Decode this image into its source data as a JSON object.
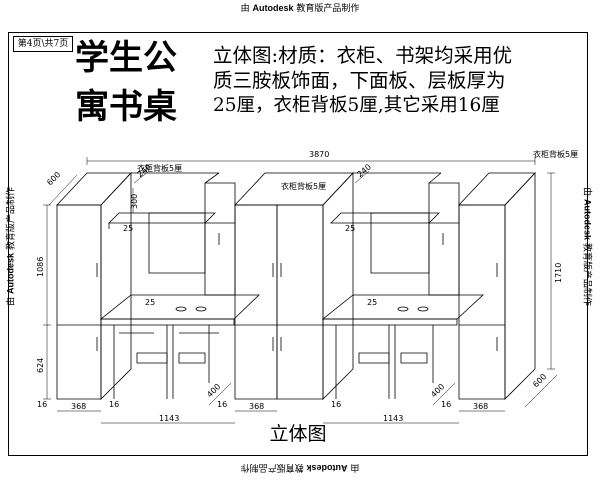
{
  "watermark": {
    "prefix": "由",
    "brand": "Autodesk",
    "suffix": "教育版产品制作"
  },
  "page_indicator": "第4页\\共7页",
  "title": {
    "line1": "学生公",
    "line2": "寓书桌"
  },
  "description": {
    "line1": "立体图:材质：衣柜、书架均采用优",
    "line2": "质三胺板饰面，下面板、层板厚为",
    "line3": "25厘，衣柜背板5厘,其它采用16厘"
  },
  "annotations": {
    "back_panel_left": "衣柜背板5厘",
    "back_panel_middle": "衣柜背板5厘",
    "back_panel_right": "衣柜背板5厘"
  },
  "dimensions": {
    "overall_width": "3870",
    "depth_left": "600",
    "depth_right": "600",
    "shelf_depth_left": "240",
    "shelf_depth_right": "240",
    "shelf_height": "300",
    "board_25_shelf_left": "25",
    "board_25_shelf_right": "25",
    "board_25_desk_left": "25",
    "board_25_desk_right": "25",
    "upper_height": "1086",
    "lower_height": "624",
    "total_height": "1710",
    "board_16_a": "16",
    "board_16_b": "16",
    "board_16_c": "16",
    "board_16_d": "16",
    "board_16_e": "16",
    "wardrobe_width_a": "368",
    "wardrobe_width_b": "368",
    "wardrobe_width_c": "368",
    "desk_width_left": "1143",
    "desk_width_right": "1143",
    "desk_depth_left": "400",
    "desk_depth_right": "400"
  },
  "caption": "立体图"
}
